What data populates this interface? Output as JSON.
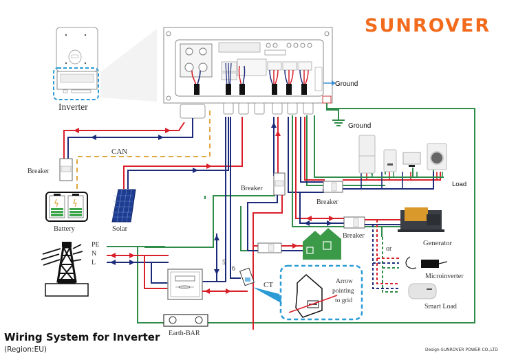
{
  "brand": {
    "name": "SUNROVER",
    "color": "#f26a1b"
  },
  "title": "Wiring System for Inverter",
  "subtitle": "(Region:EU)",
  "credit": "Design-SUNROVER POWER CO.,LTD",
  "colors": {
    "live": "#d9202a",
    "neutral": "#1c2a7a",
    "earth": "#2e8b48",
    "can": "#e0a640",
    "callout": "#2b9bd6",
    "ground_arrow": "#3a8fd0"
  },
  "labels": {
    "inverter": "Inverter",
    "ground_top": "Ground",
    "ground_symbol": "Ground",
    "can": "CAN",
    "breaker_battery": "Breaker",
    "battery": "Battery",
    "solar": "Solar",
    "breaker_mid": "Breaker",
    "breaker_load": "Breaker",
    "load": "Load",
    "breaker_gen": "Breaker",
    "generator": "Generator",
    "or": "or",
    "microinverter": "Microinverter",
    "smart_load": "Smart Load",
    "grid_pe": "PE",
    "grid_n": "N",
    "grid_l": "L",
    "wire_5": "5",
    "wire_6": "6",
    "ct": "CT",
    "ct_note_1": "Arrow",
    "ct_note_2": "pointing",
    "ct_note_3": "to grid",
    "earth_bar": "Earth-BAR"
  },
  "icons": {
    "inverter": "inverter-unit-icon",
    "terminal_panel": "inverter-terminal-panel-icon",
    "battery": "battery-icon",
    "solar": "solar-panel-icon",
    "grid": "transmission-tower-icon",
    "meter": "energy-meter-icon",
    "house": "house-icon",
    "generator": "generator-icon",
    "microinverter": "microinverter-icon",
    "smart_load": "water-heater-icon",
    "fridge": "refrigerator-icon",
    "boiler": "boiler-icon",
    "tv": "tv-icon",
    "washer": "washing-machine-icon",
    "ct": "current-transformer-icon",
    "ground": "ground-symbol-icon"
  }
}
